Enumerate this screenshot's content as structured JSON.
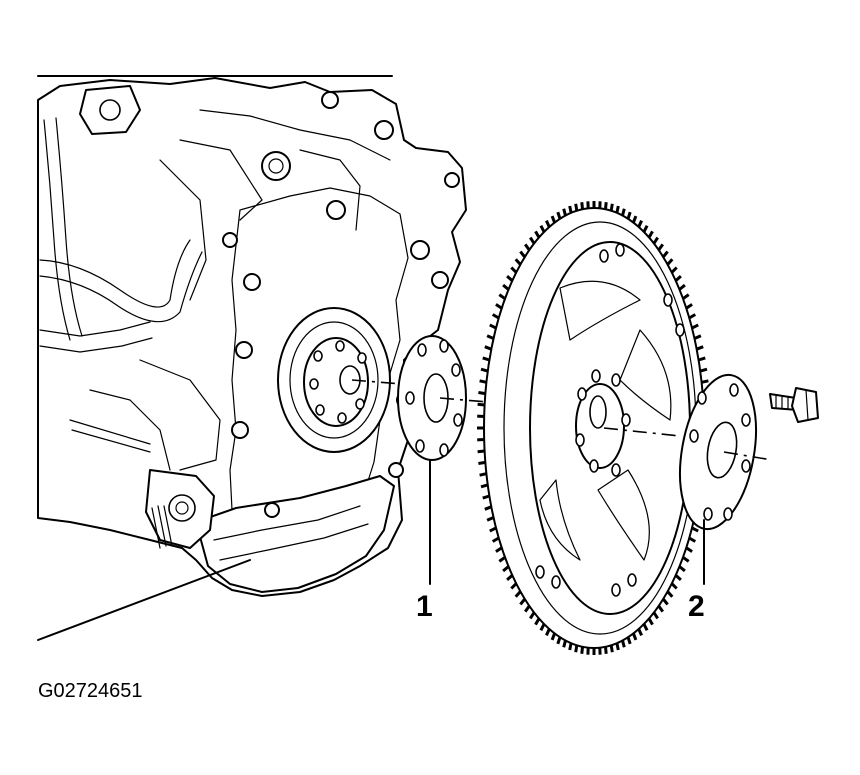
{
  "callouts": [
    {
      "id": "1",
      "label": "1",
      "part": "spacer-plate"
    },
    {
      "id": "2",
      "label": "2",
      "part": "retaining-washer"
    }
  ],
  "figure_id": "G02724651",
  "icons": [
    "engine-block",
    "crankshaft-flange",
    "flywheel",
    "bolt"
  ]
}
